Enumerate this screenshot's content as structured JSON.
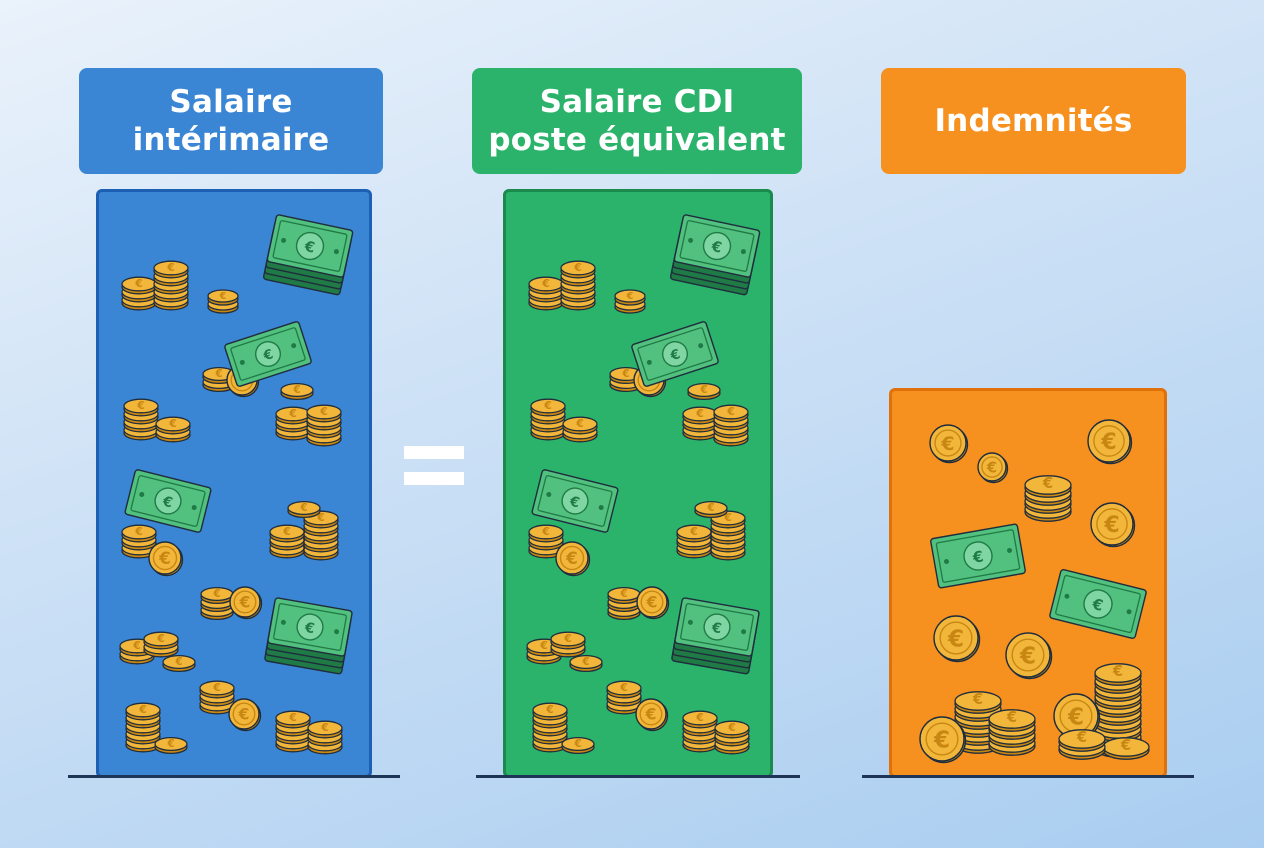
{
  "columns": [
    {
      "id": "temp",
      "title_line1": "Salaire",
      "title_line2": "intérimaire",
      "color": "#3b86d4",
      "border": "#1d5fb3"
    },
    {
      "id": "cdi",
      "title_line1": "Salaire CDI",
      "title_line2": "poste équivalent",
      "color": "#2bb36c",
      "border": "#1a8a4d"
    },
    {
      "id": "indemn",
      "title_line1": "Indemnités",
      "title_line2": "",
      "color": "#f6901e",
      "border": "#e0700a"
    }
  ],
  "operator": "=",
  "currency_symbol": "€",
  "icons": [
    "coin-stack-icon",
    "coin-icon",
    "euro-banknote-icon",
    "banknote-stack-icon"
  ],
  "colors": {
    "coin": "#f2b63a",
    "coin_edge": "#c88712",
    "note": "#52c07e",
    "note_dark": "#1f7a45",
    "outline": "#1f2d3d"
  }
}
